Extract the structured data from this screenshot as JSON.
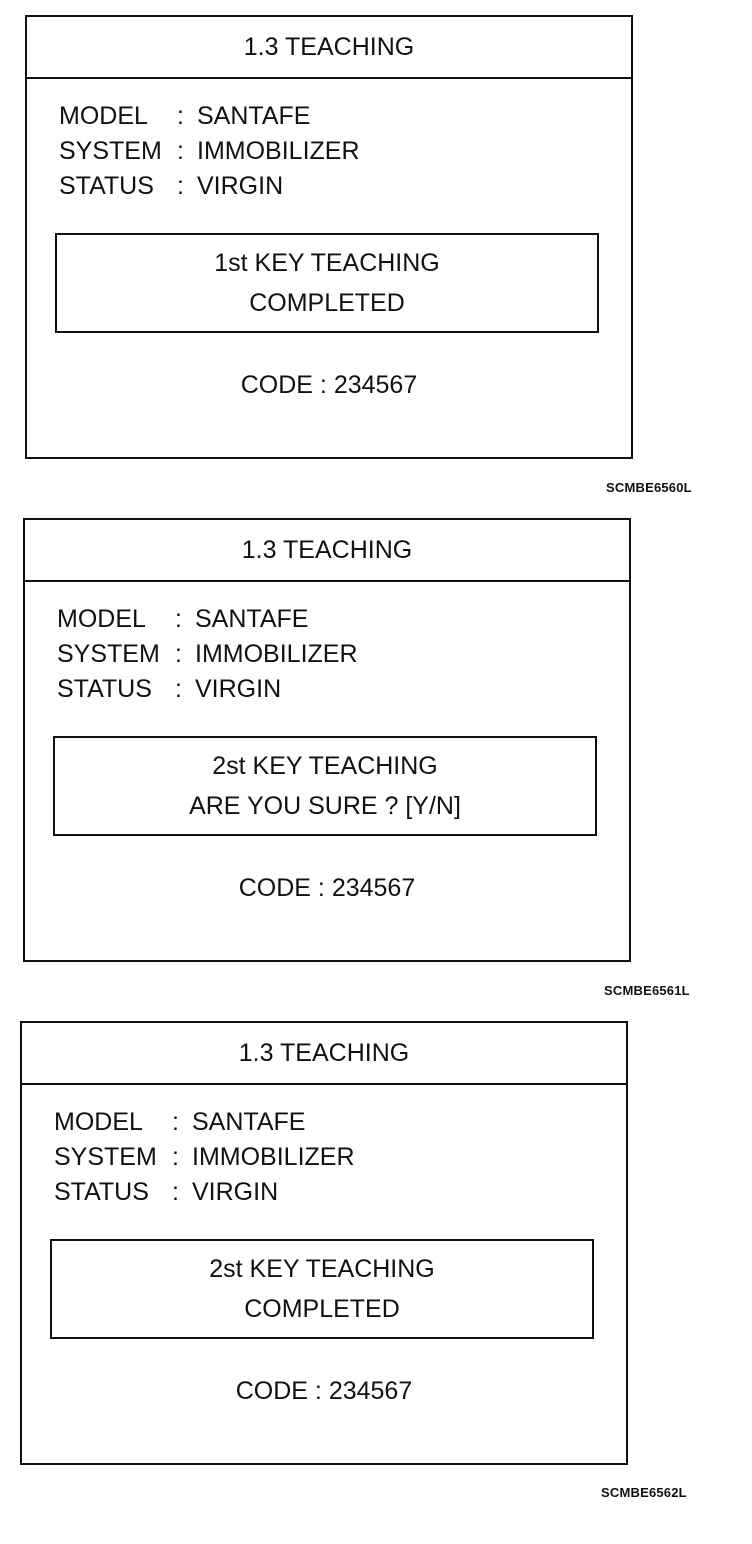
{
  "screens": [
    {
      "title": "1.3 TEACHING",
      "model_label": "MODEL",
      "model_value": "SANTAFE",
      "system_label": "SYSTEM",
      "system_value": "IMMOBILIZER",
      "status_label": "STATUS",
      "status_value": "VIRGIN",
      "separator": ":",
      "message_line1": "1st KEY TEACHING",
      "message_line2": "COMPLETED",
      "code": "CODE : 234567",
      "figure_id": "SCMBE6560L"
    },
    {
      "title": "1.3 TEACHING",
      "model_label": "MODEL",
      "model_value": "SANTAFE",
      "system_label": "SYSTEM",
      "system_value": "IMMOBILIZER",
      "status_label": "STATUS",
      "status_value": "VIRGIN",
      "separator": ":",
      "message_line1": "2st KEY TEACHING",
      "message_line2": "ARE YOU SURE ? [Y/N]",
      "code": "CODE : 234567",
      "figure_id": "SCMBE6561L"
    },
    {
      "title": "1.3 TEACHING",
      "model_label": "MODEL",
      "model_value": "SANTAFE",
      "system_label": "SYSTEM",
      "system_value": "IMMOBILIZER",
      "status_label": "STATUS",
      "status_value": "VIRGIN",
      "separator": ":",
      "message_line1": "2st KEY TEACHING",
      "message_line2": "COMPLETED",
      "code": "CODE : 234567",
      "figure_id": "SCMBE6562L"
    }
  ]
}
